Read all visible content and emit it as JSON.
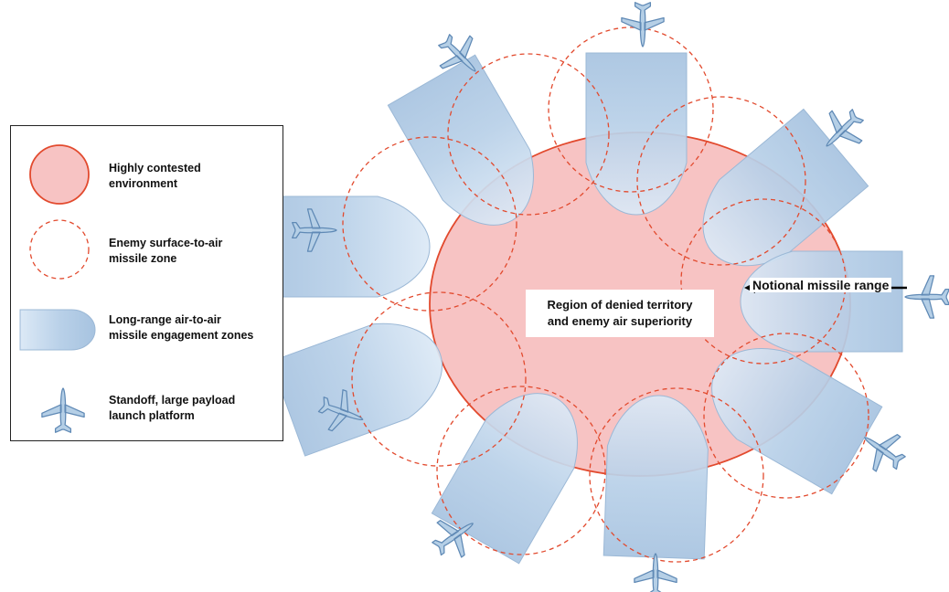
{
  "legend": {
    "items": [
      {
        "key": "contested",
        "label": "Highly contested\nenvironment"
      },
      {
        "key": "sam",
        "label": "Enemy surface-to-air\nmissile zone"
      },
      {
        "key": "aam",
        "label": "Long-range air-to-air\nmissile engagement zones"
      },
      {
        "key": "platform",
        "label": "Standoff, large payload\nlaunch platform"
      }
    ]
  },
  "center_label": "Region of denied territory\nand enemy air superiority",
  "range_label": "Notional missile range",
  "colors": {
    "contested_fill": "#f7c3c3",
    "contested_stroke": "#e24a2e",
    "sam_stroke": "#e24a2e",
    "aam_fill": "#b9d1e8",
    "aam_stroke": "#9bb8d6",
    "plane": "#b5cfe6",
    "plane_stroke": "#5f89b5"
  }
}
